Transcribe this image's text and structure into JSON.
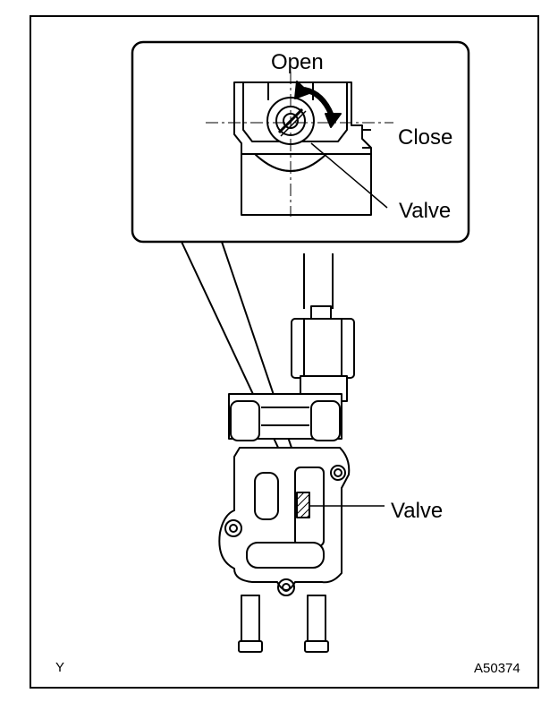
{
  "labels": {
    "open": "Open",
    "close": "Close",
    "valve_detail": "Valve",
    "valve_main": "Valve"
  },
  "footer": {
    "corner_letter": "Y",
    "figure_code": "A50374"
  },
  "colors": {
    "ink": "#000000",
    "background": "#ffffff"
  }
}
